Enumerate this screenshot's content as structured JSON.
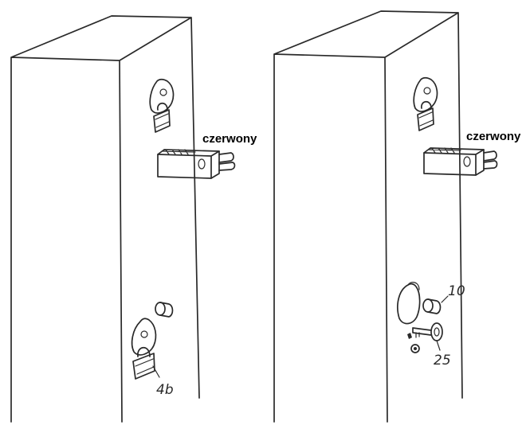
{
  "left_post": {
    "strap_label": "czerwony",
    "lock_label": "4b"
  },
  "right_post": {
    "strap_label": "czerwony",
    "part_label_a": "10",
    "part_label_b": "25"
  }
}
